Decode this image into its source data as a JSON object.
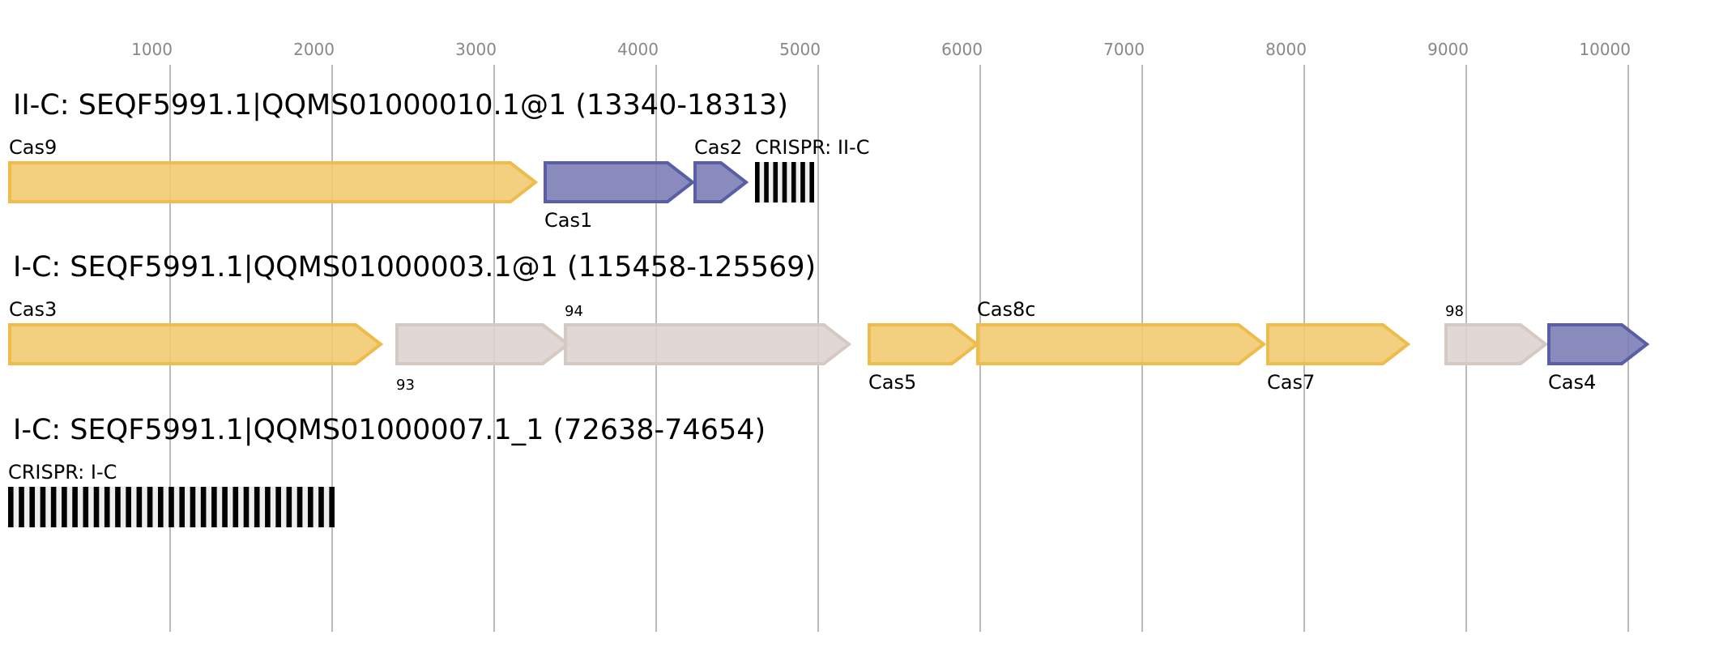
{
  "chart_data": {
    "type": "gene-map",
    "axis": {
      "ticks": [
        1000,
        2000,
        3000,
        4000,
        5000,
        6000,
        7000,
        8000,
        9000,
        10000
      ],
      "tick_labels": [
        "1000",
        "2000",
        "3000",
        "4000",
        "5000",
        "6000",
        "7000",
        "8000",
        "9000",
        "10000"
      ],
      "range_bp": [
        0,
        10550
      ],
      "grid": true
    },
    "colors": {
      "core": {
        "fill": "#f1cb72",
        "stroke": "#edbc4a"
      },
      "adaptation": {
        "fill": "#7c7eb5",
        "stroke": "#5a5ea6"
      },
      "other": {
        "fill": "#dcd4cf",
        "stroke": "#d5c9c1"
      },
      "crispr_repeat": "#000000",
      "crispr_spacer": "#eeeeee"
    },
    "rows": [
      {
        "title": "II-C: SEQF5991.1|QQMS01000010.1@1 (13340-18313)",
        "features": [
          {
            "kind": "gene",
            "label": "Cas9",
            "start": 0,
            "end": 3255,
            "category": "core",
            "label_pos": "above",
            "label_size": "normal"
          },
          {
            "kind": "gene",
            "label": "Cas1",
            "start": 3305,
            "end": 4225,
            "category": "adaptation",
            "label_pos": "below",
            "label_size": "normal"
          },
          {
            "kind": "gene",
            "label": "Cas2",
            "start": 4230,
            "end": 4555,
            "category": "adaptation",
            "label_pos": "above",
            "label_size": "normal"
          },
          {
            "kind": "crispr",
            "label": "CRISPR: II-C",
            "start": 4610,
            "end": 4975,
            "repeats": 7,
            "label_pos": "above"
          }
        ]
      },
      {
        "title": "I-C: SEQF5991.1|QQMS01000003.1@1 (115458-125569)",
        "features": [
          {
            "kind": "gene",
            "label": "Cas3",
            "start": 0,
            "end": 2300,
            "category": "core",
            "label_pos": "above",
            "label_size": "normal"
          },
          {
            "kind": "gene",
            "label": "93",
            "start": 2390,
            "end": 3455,
            "category": "other",
            "label_pos": "below",
            "label_size": "small"
          },
          {
            "kind": "gene",
            "label": "94",
            "start": 3430,
            "end": 5190,
            "category": "other",
            "label_pos": "above",
            "label_size": "small"
          },
          {
            "kind": "gene",
            "label": "Cas5",
            "start": 5305,
            "end": 5980,
            "category": "core",
            "label_pos": "below",
            "label_size": "normal"
          },
          {
            "kind": "gene",
            "label": "Cas8c",
            "start": 5975,
            "end": 7750,
            "category": "core",
            "label_pos": "above",
            "label_size": "normal"
          },
          {
            "kind": "gene",
            "label": "Cas7",
            "start": 7765,
            "end": 8640,
            "category": "core",
            "label_pos": "below",
            "label_size": "normal"
          },
          {
            "kind": "gene",
            "label": "98",
            "start": 8865,
            "end": 9490,
            "category": "other",
            "label_pos": "above",
            "label_size": "small"
          },
          {
            "kind": "gene",
            "label": "Cas4",
            "start": 9500,
            "end": 10115,
            "category": "adaptation",
            "label_pos": "below",
            "label_size": "normal"
          }
        ]
      },
      {
        "title": "I-C: SEQF5991.1|QQMS01000007.1_1 (72638-74654)",
        "features": [
          {
            "kind": "crispr",
            "label": "CRISPR: I-C",
            "start": 0,
            "end": 2015,
            "repeats": 31,
            "label_pos": "above"
          }
        ]
      }
    ]
  }
}
